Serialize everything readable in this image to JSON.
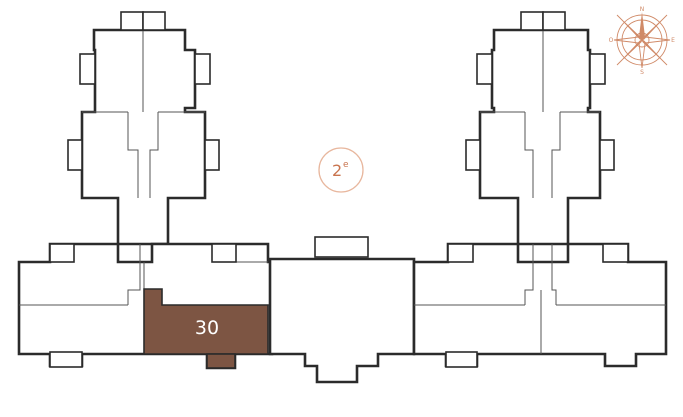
{
  "floor": {
    "number": "2",
    "superscript": "e"
  },
  "selected_unit": {
    "label": "30",
    "color": "#7d5543"
  },
  "compass": {
    "north": "N",
    "south": "S",
    "east": "E",
    "west": "O"
  },
  "colors": {
    "wall": "#2b2b2b",
    "accent": "#c9744e"
  }
}
